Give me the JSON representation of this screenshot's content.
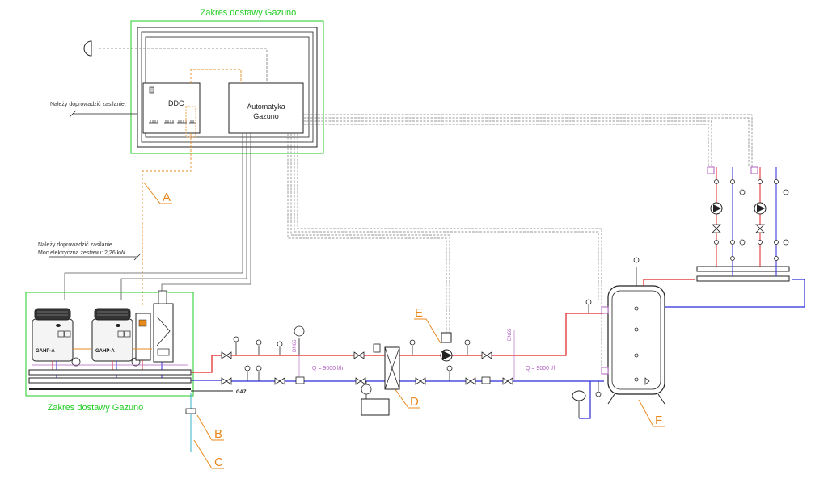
{
  "colors": {
    "scope_border": "#22cc22",
    "callout": "#e8891e",
    "supply": "#e02020",
    "return": "#2a2ad6",
    "purple": "#b060c0",
    "cyan": "#30b0c8",
    "signal": "#777777",
    "line": "#222222"
  },
  "labels": {
    "scope_top": "Zakres dostawy Gazuno",
    "scope_bottom": "Zakres dostawy Gazuno",
    "power_note_1": "Należy doprowadzić zasilanie.",
    "power_note_2a": "Należy doprowadzić zasilanie.",
    "power_note_2b": "Moc elektryczna zestawu: 2,26 kW",
    "ddc": "DDC",
    "automatyka_1": "Automatyka",
    "automatyka_2": "Gazuno",
    "unit_1": "GAHP-A",
    "unit_2": "GAHP-A",
    "gas": "GAZ",
    "dn_1": "DN65",
    "dn_2": "DN65",
    "flow_1": "Q = 9000 l/h",
    "flow_2": "Q = 9000 l/h"
  },
  "callouts": [
    {
      "letter": "A"
    },
    {
      "letter": "B"
    },
    {
      "letter": "C"
    },
    {
      "letter": "D"
    },
    {
      "letter": "E"
    },
    {
      "letter": "F"
    }
  ]
}
